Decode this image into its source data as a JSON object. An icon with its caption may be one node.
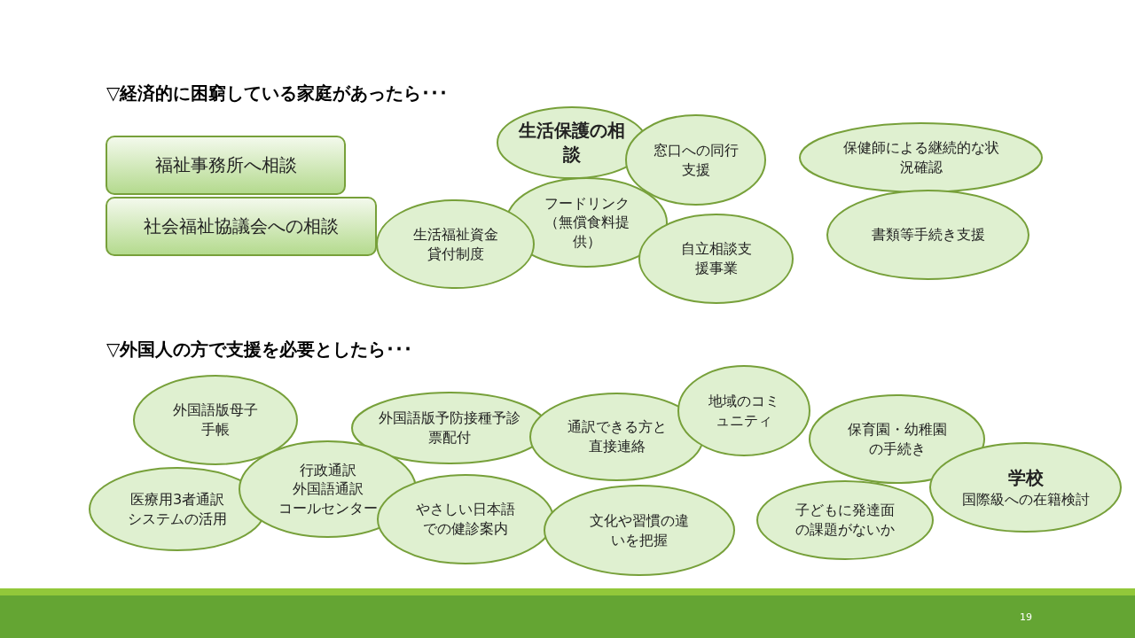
{
  "diagram": {
    "nodes": [
      {
        "text": [
          "福祉事務所へ相談"
        ]
      },
      {
        "text": [
          "社会福祉協議会への相談"
        ]
      },
      {
        "text": [
          "生活保護の相談"
        ]
      },
      {
        "text": [
          "窓口への同行支援"
        ]
      },
      {
        "text": [
          "フードリンク（無償食料提供）"
        ]
      },
      {
        "text": [
          "生活福祉資金貸付制度"
        ]
      },
      {
        "text": [
          "自立相談支援事業"
        ]
      },
      {
        "text": [
          "保健師による継続的な状況確認"
        ]
      },
      {
        "text": [
          "書類等手続き支援"
        ]
      },
      {
        "text": [
          "外国語版母子手帳"
        ]
      },
      {
        "text": [
          "外国語版予防接種予診票配付"
        ]
      },
      {
        "text": [
          "通訳できる方と直接連絡"
        ]
      },
      {
        "text": [
          "地域のコミュニティ"
        ]
      },
      {
        "text": [
          "保育園・幼稚園の手続き"
        ]
      },
      {
        "text": [
          "医療用3者通訳システムの活用"
        ]
      },
      {
        "text": [
          "行政通訳",
          "外国語通訳",
          "コールセンター"
        ]
      },
      {
        "text": [
          "やさしい日本語での健診案内"
        ]
      },
      {
        "text": [
          "文化や習慣の違いを把握"
        ]
      },
      {
        "text": [
          "子どもに発達面の課題がないか"
        ]
      },
      {
        "text": [
          "学校",
          "国際級への在籍検討"
        ]
      }
    ],
    "edges": [],
    "labels": [
      "▽経済的に困窮している家庭があったら･･･",
      "▽外国人の方で支援を必要としたら･･･",
      "19"
    ]
  }
}
